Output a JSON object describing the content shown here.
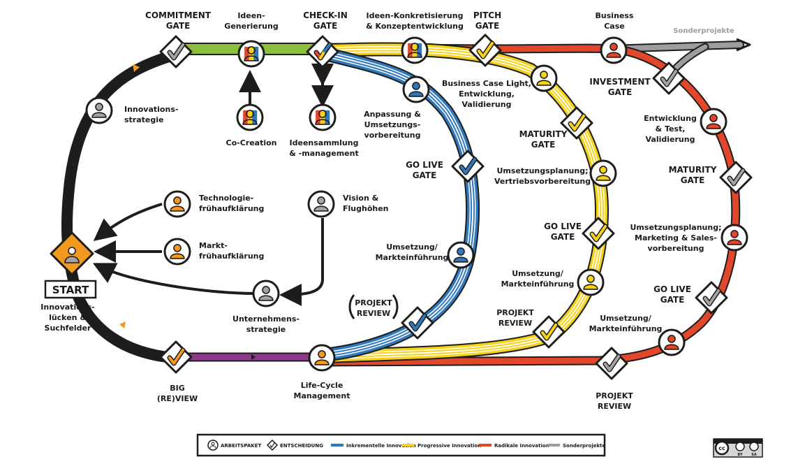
{
  "labels": {
    "commitment_gate": [
      "COMMITMENT",
      "GATE"
    ],
    "ideen_generierung": [
      "Ideen-",
      "Generierung"
    ],
    "checkin_gate": [
      "CHECK-IN",
      "GATE"
    ],
    "ideen_konkret": [
      "Ideen-Konkretisierung",
      "& Konzeptentwicklung"
    ],
    "pitch_gate": [
      "PITCH",
      "GATE"
    ],
    "business_case": [
      "Business",
      "Case"
    ],
    "sonderprojekte": [
      "Sonderprojekte"
    ],
    "innovationsstrategie": [
      "Innovations-",
      "strategie"
    ],
    "co_creation": [
      "Co-Creation"
    ],
    "ideensammlung": [
      "Ideensammlung",
      "& -management"
    ],
    "anpassung": [
      "Anpassung &",
      "Umsetzungs-",
      "vorbereitung"
    ],
    "bc_light": [
      "Business Case Light,",
      "Entwicklung,",
      "Validierung"
    ],
    "investment_gate": [
      "INVESTMENT",
      "GATE"
    ],
    "entwicklung_test": [
      "Entwicklung",
      "& Test,",
      "Validierung"
    ],
    "maturity_gate_y": [
      "MATURITY",
      "GATE"
    ],
    "maturity_gate_r": [
      "MATURITY",
      "GATE"
    ],
    "go_live_b": [
      "GO LIVE",
      "GATE"
    ],
    "umsetzungsplanung_y": [
      "Umsetzungsplanung;",
      "Vertriebsvorbereitung"
    ],
    "umsetzungsplanung_r": [
      "Umsetzungsplanung;",
      "Marketing & Sales-",
      "vorbereitung"
    ],
    "technologie": [
      "Technologie-",
      "frühaufklärung"
    ],
    "vision": [
      "Vision &",
      "Flughöhen"
    ],
    "markt": [
      "Markt-",
      "frühaufklärung"
    ],
    "go_live_y": [
      "GO LIVE",
      "GATE"
    ],
    "umsetzung_b": [
      "Umsetzung/",
      "Markteinführung"
    ],
    "start": [
      "START"
    ],
    "innovationsluecken": [
      "Innovations-",
      "lücken &",
      "Suchfelder"
    ],
    "unternehmensstrategie": [
      "Unternehmens-",
      "strategie"
    ],
    "projekt_review_b": [
      "PROJEKT",
      "REVIEW"
    ],
    "umsetzung_y": [
      "Umsetzung/",
      "Markteinführung"
    ],
    "go_live_r": [
      "GO LIVE",
      "GATE"
    ],
    "projekt_review_y": [
      "PROJEKT",
      "REVIEW"
    ],
    "umsetzung_r": [
      "Umsetzung/",
      "Markteinführung"
    ],
    "big_review": [
      "BIG",
      "(RE)VIEW"
    ],
    "lifecycle": [
      "Life-Cycle",
      "Management"
    ],
    "projekt_review_r": [
      "PROJEKT",
      "REVIEW"
    ]
  },
  "legend": {
    "arbeitspaket": "ARBEITSPAKET",
    "entscheidung": "ENTSCHEIDUNG",
    "inkrementell": "Inkrementelle Innovation",
    "progressiv": "Progressive Innovation",
    "radikal": "Radikale Innovation",
    "sonderprojekte": "Sonderprojekte"
  },
  "license": {
    "by": "BY",
    "sa": "SA"
  },
  "colors": {
    "black": "#1d1d1b",
    "green": "#8dbf3f",
    "purple": "#8e3a8c",
    "blue": "#2f78bd",
    "yellow": "#f7d21a",
    "red": "#e2472b",
    "grey": "#9d9d9d",
    "orange": "#f39a1e",
    "person_grey": "#a3a3a3"
  }
}
